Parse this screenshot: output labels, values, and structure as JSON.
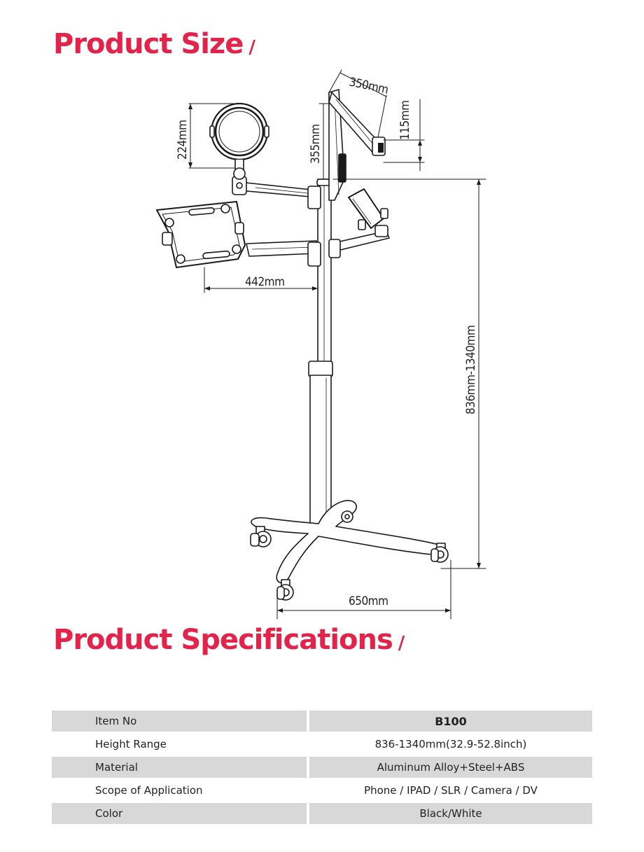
{
  "headings": {
    "product_size": "Product Size",
    "product_specifications": "Product Specifications",
    "slash": "/"
  },
  "dimensions": {
    "tablet_arm_height": "350mm",
    "tablet_clamp": "115mm",
    "mirror_diameter": "224mm",
    "arm_length": "355mm",
    "tray_arm_reach": "442mm",
    "height_range": "836mm-1340mm",
    "base_width": "650mm"
  },
  "specs": [
    {
      "label": "Item No",
      "value": "B100",
      "shaded": true
    },
    {
      "label": "Height Range",
      "value": "836-1340mm(32.9-52.8inch)",
      "shaded": false
    },
    {
      "label": "Material",
      "value": "Aluminum Alloy+Steel+ABS",
      "shaded": true
    },
    {
      "label": "Scope of Application",
      "value": "Phone / IPAD / SLR / Camera / DV",
      "shaded": false
    },
    {
      "label": "Color",
      "value": "Black/White",
      "shaded": true
    }
  ],
  "colors": {
    "accent": "#e3234a",
    "row_shade": "#d8d8d8"
  }
}
